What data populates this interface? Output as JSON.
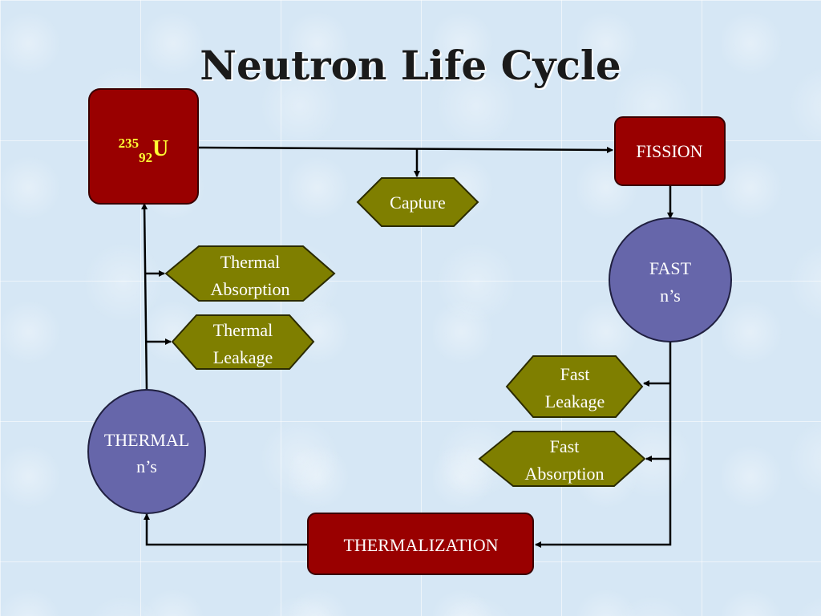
{
  "title": "Neutron Life Cycle",
  "colors": {
    "box_fill": "#990000",
    "box_stroke": "#3a0000",
    "hex_fill": "#7f7f00",
    "hex_stroke": "#2a2a00",
    "circle_fill": "#6666aa",
    "circle_stroke": "#202040",
    "box_text": "#ffffff",
    "hex_text": "#ffffff",
    "circle_text": "#ffffff",
    "uranium_text": "#ffff33",
    "arrow": "#000000"
  },
  "nodes": {
    "uranium": {
      "mass_number": "235",
      "atomic_number": "92",
      "symbol": "U"
    },
    "fission": {
      "label": "FISSION"
    },
    "capture": {
      "label": "Capture"
    },
    "fast_ns": {
      "line1": "FAST",
      "line2": "n’s"
    },
    "thermal_absorption": {
      "line1": "Thermal",
      "line2": "Absorption"
    },
    "thermal_leakage": {
      "line1": "Thermal",
      "line2": "Leakage"
    },
    "fast_leakage": {
      "line1": "Fast",
      "line2": "Leakage"
    },
    "fast_absorption": {
      "line1": "Fast",
      "line2": "Absorption"
    },
    "thermal_ns": {
      "line1": "THERMAL",
      "line2": "n’s"
    },
    "thermalization": {
      "label": "THERMALIZATION"
    }
  }
}
